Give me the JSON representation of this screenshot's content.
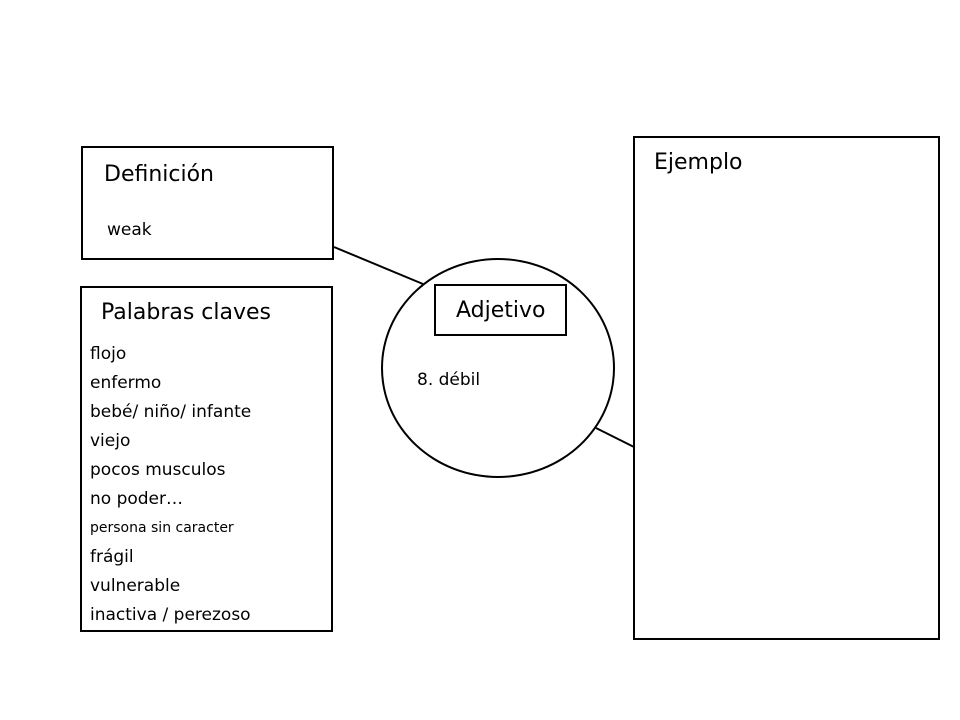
{
  "definition": {
    "title": "Definición",
    "text": "weak"
  },
  "keywords": {
    "title": "Palabras claves",
    "items": [
      "flojo",
      "enfermo",
      "bebé/ niño/ infante",
      "viejo",
      "pocos musculos",
      "no poder…",
      "persona sin caracter",
      "frágil",
      "vulnerable",
      "inactiva / perezoso"
    ]
  },
  "center": {
    "part_of_speech": "Adjetivo",
    "word": "8. débil"
  },
  "example": {
    "title": "Ejemplo"
  }
}
